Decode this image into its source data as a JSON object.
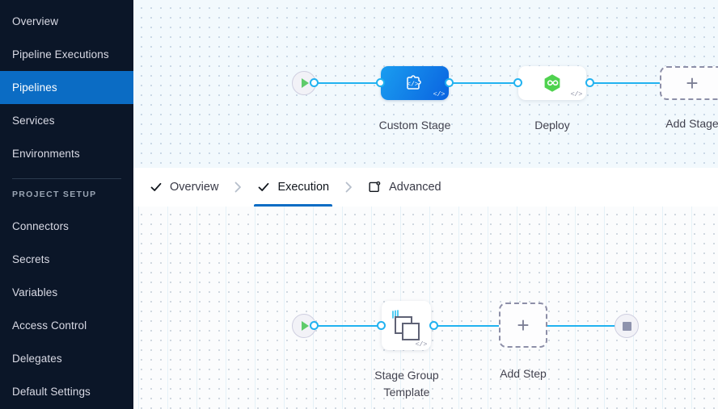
{
  "sidebar": {
    "items": [
      {
        "label": "Overview",
        "active": false
      },
      {
        "label": "Pipeline Executions",
        "active": false
      },
      {
        "label": "Pipelines",
        "active": true
      },
      {
        "label": "Services",
        "active": false
      },
      {
        "label": "Environments",
        "active": false
      }
    ],
    "section_label": "PROJECT SETUP",
    "setup_items": [
      {
        "label": "Connectors"
      },
      {
        "label": "Secrets"
      },
      {
        "label": "Variables"
      },
      {
        "label": "Access Control"
      },
      {
        "label": "Delegates"
      },
      {
        "label": "Default Settings"
      }
    ],
    "background_color": "#0b1628",
    "active_color": "#0b6cc4"
  },
  "tabs": {
    "items": [
      {
        "label": "Overview",
        "icon": "check-icon",
        "active": false
      },
      {
        "label": "Execution",
        "icon": "check-icon",
        "active": true
      },
      {
        "label": "Advanced",
        "icon": "advanced-settings-icon",
        "active": false
      }
    ],
    "separator_icon": "chevron-right-icon",
    "active_underline_color": "#0b6cc4"
  },
  "stage_canvas": {
    "start_node": {
      "icon": "play-icon",
      "color": "#5fcb6a"
    },
    "end_node": {
      "icon": "stop-icon",
      "color": "#8e93ad"
    },
    "nodes": [
      {
        "label": "Custom Stage",
        "icon": "puzzle-code-icon",
        "type": "custom",
        "code_badge": "</>"
      },
      {
        "label": "Deploy",
        "icon": "harness-hexagon-icon",
        "type": "deploy",
        "code_badge": "</>"
      },
      {
        "label": "Add Stage",
        "icon": "plus-icon",
        "type": "add",
        "code_badge": ""
      }
    ],
    "connector_color": "#21b2f0"
  },
  "step_canvas": {
    "start_node": {
      "icon": "play-icon",
      "color": "#5fcb6a"
    },
    "end_node": {
      "icon": "stop-icon",
      "color": "#8e93ad"
    },
    "nodes": [
      {
        "label": "Stage Group\nTemplate",
        "icon": "template-copies-icon",
        "type": "template",
        "code_badge": "</>"
      },
      {
        "label": "Add Step",
        "icon": "plus-icon",
        "type": "add",
        "code_badge": ""
      }
    ],
    "connector_color": "#21b2f0"
  }
}
